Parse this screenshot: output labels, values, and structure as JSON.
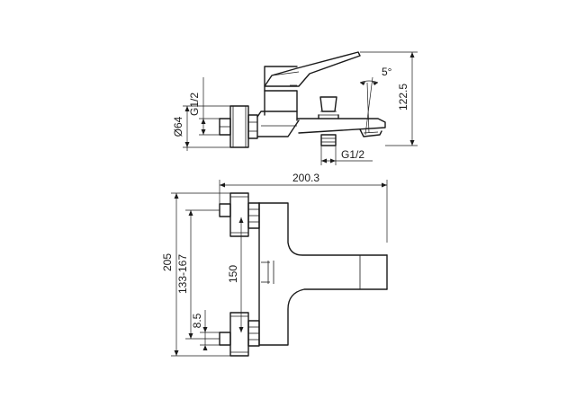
{
  "side_view": {
    "dim_thread_inlet": "G1/2",
    "dim_diameter": "Ø64",
    "dim_angle": "5°",
    "dim_height": "122.5",
    "dim_thread_outlet": "G1/2"
  },
  "front_view": {
    "dim_width": "200.3",
    "dim_total_height": "205",
    "dim_centres": "133-167",
    "dim_150": "150",
    "dim_8_5": "8.5"
  }
}
